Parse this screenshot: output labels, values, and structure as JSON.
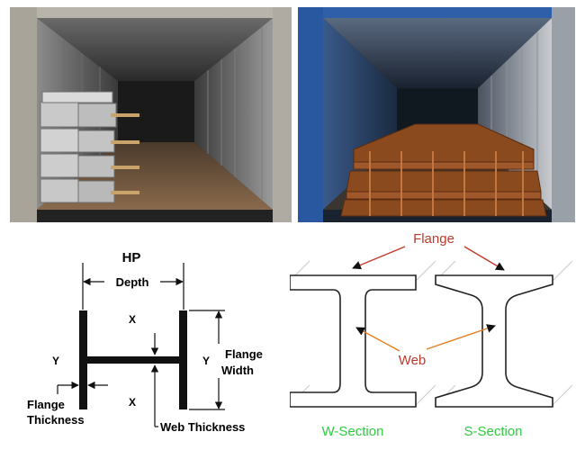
{
  "photos": {
    "left": {
      "subject": "open shipping container loaded with wrapped steel bundles"
    },
    "right": {
      "subject": "open shipping container loaded with rusted H-beams"
    }
  },
  "hp_diagram": {
    "title": "HP",
    "depth_label": "Depth",
    "flange_width_line1": "Flange",
    "flange_width_line2": "Width",
    "flange_thickness_line1": "Flange",
    "flange_thickness_line2": "Thickness",
    "web_thickness_label": "Web Thickness",
    "axis_x_top": "X",
    "axis_x_bottom": "X",
    "axis_y_left": "Y",
    "axis_y_right": "Y"
  },
  "sections_diagram": {
    "flange_label": "Flange",
    "web_label": "Web",
    "w_section_label": "W-Section",
    "s_section_label": "S-Section",
    "colors": {
      "flange_arrow": "#c0392b",
      "web_arrow": "#e67e22",
      "section_label": "#2ecc40"
    }
  }
}
